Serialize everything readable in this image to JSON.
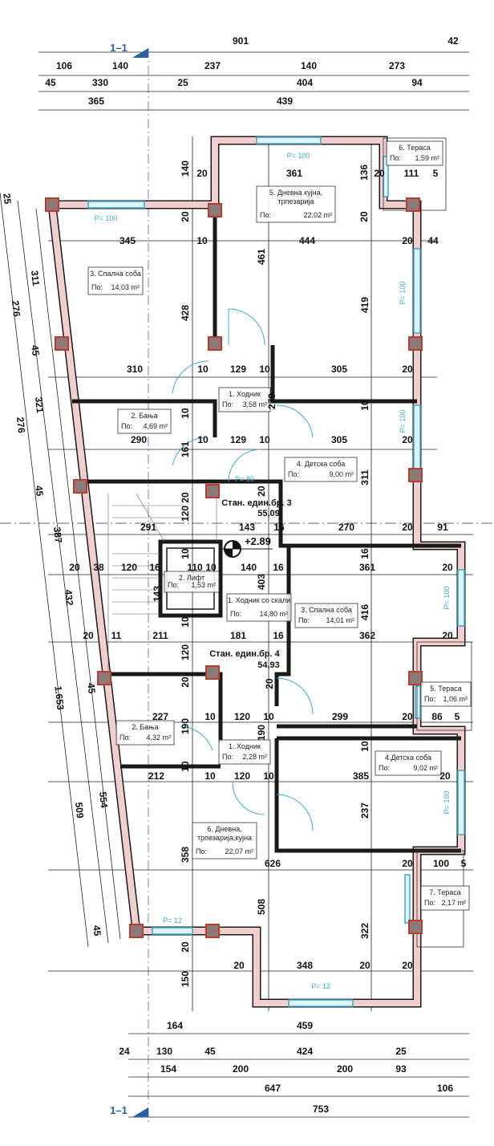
{
  "section_label": "1–1",
  "elevation": "+2.89",
  "area_prefix": "По:",
  "top_dimensions": {
    "row1": [
      "901",
      "42"
    ],
    "row2": [
      "106",
      "140",
      "237",
      "140",
      "273"
    ],
    "row3": [
      "45",
      "330",
      "25",
      "404",
      "94"
    ],
    "row4": [
      "365",
      "439"
    ]
  },
  "bottom_dimensions": {
    "row1": [
      "164",
      "459"
    ],
    "row2": [
      "24",
      "130",
      "45",
      "424",
      "25"
    ],
    "row3": [
      "154",
      "200",
      "200",
      "93"
    ],
    "row4": [
      "647",
      "106"
    ],
    "row5": [
      "753"
    ]
  },
  "left_dimensions": [
    "25",
    "311",
    "276",
    "45",
    "321",
    "276",
    "45",
    "387",
    "432",
    "45",
    "1.653",
    "554",
    "509",
    "45"
  ],
  "interior_dimensions": [
    "20",
    "361",
    "20",
    "111",
    "5",
    "140",
    "20",
    "136",
    "20",
    "345",
    "10",
    "444",
    "20",
    "44",
    "428",
    "461",
    "419",
    "310",
    "10",
    "129",
    "10",
    "305",
    "20",
    "290",
    "10",
    "129",
    "10",
    "305",
    "20",
    "10",
    "161",
    "279",
    "10",
    "311",
    "20",
    "20",
    "120",
    "291",
    "143",
    "16",
    "270",
    "20",
    "91",
    "20",
    "38",
    "120",
    "16",
    "110",
    "10",
    "140",
    "16",
    "361",
    "20",
    "10",
    "143",
    "403",
    "16",
    "20",
    "11",
    "211",
    "181",
    "16",
    "362",
    "20",
    "10",
    "120",
    "416",
    "227",
    "10",
    "120",
    "10",
    "299",
    "20",
    "86",
    "5",
    "20",
    "20",
    "190",
    "190",
    "212",
    "10",
    "120",
    "10",
    "385",
    "20",
    "10",
    "10",
    "358",
    "508",
    "237",
    "626",
    "20",
    "100",
    "5",
    "322",
    "20",
    "348",
    "20",
    "20",
    "20",
    "150"
  ],
  "window_labels": [
    "P= 100",
    "P= 100",
    "P= 100",
    "P= 100",
    "P= 100",
    "P= 100",
    "P= 12",
    "P= 12",
    "P= 80"
  ],
  "units": [
    {
      "label": "Стан. един.бр. 3",
      "area": "55,09"
    },
    {
      "label": "Стан. един.бр. 4",
      "area": "54,93"
    }
  ],
  "rooms": [
    {
      "name": [
        "5. Дневна кујна,",
        "трпезарија"
      ],
      "area": "22,02 m²"
    },
    {
      "name": [
        "6. Тераса"
      ],
      "area": "1,59 m²"
    },
    {
      "name": [
        "3. Спална соба"
      ],
      "area": "14,03 m²"
    },
    {
      "name": [
        "1. Ходник"
      ],
      "area": "3,58 m²"
    },
    {
      "name": [
        "2. Бања"
      ],
      "area": "4,69 m²"
    },
    {
      "name": [
        "4. Детска соба"
      ],
      "area": "9,00 m²"
    },
    {
      "name": [
        "2. Лифт"
      ],
      "area": "1,53 m²"
    },
    {
      "name": [
        "1. Ходник со скали"
      ],
      "area": "14,80 m²"
    },
    {
      "name": [
        "3. Спална соба"
      ],
      "area": "14,01 m²"
    },
    {
      "name": [
        "5. Тераса"
      ],
      "area": "1,06 m²"
    },
    {
      "name": [
        "2. Бања"
      ],
      "area": "4,32 m²"
    },
    {
      "name": [
        "1. Ходник"
      ],
      "area": "2,28 m²"
    },
    {
      "name": [
        "4.Детска соба"
      ],
      "area": "9,02 m²"
    },
    {
      "name": [
        "6. Дневна,",
        "трпезарија,кујна"
      ],
      "area": "22,07 m²"
    },
    {
      "name": [
        "7. Тераса"
      ],
      "area": "2,17 m²"
    }
  ],
  "colors": {
    "wall_fill": "#f2cfcf",
    "wall_edge": "#1a1a1a",
    "window": "#3aa9d0",
    "column": "#c0392b",
    "section_marker": "#2a5fa8"
  }
}
